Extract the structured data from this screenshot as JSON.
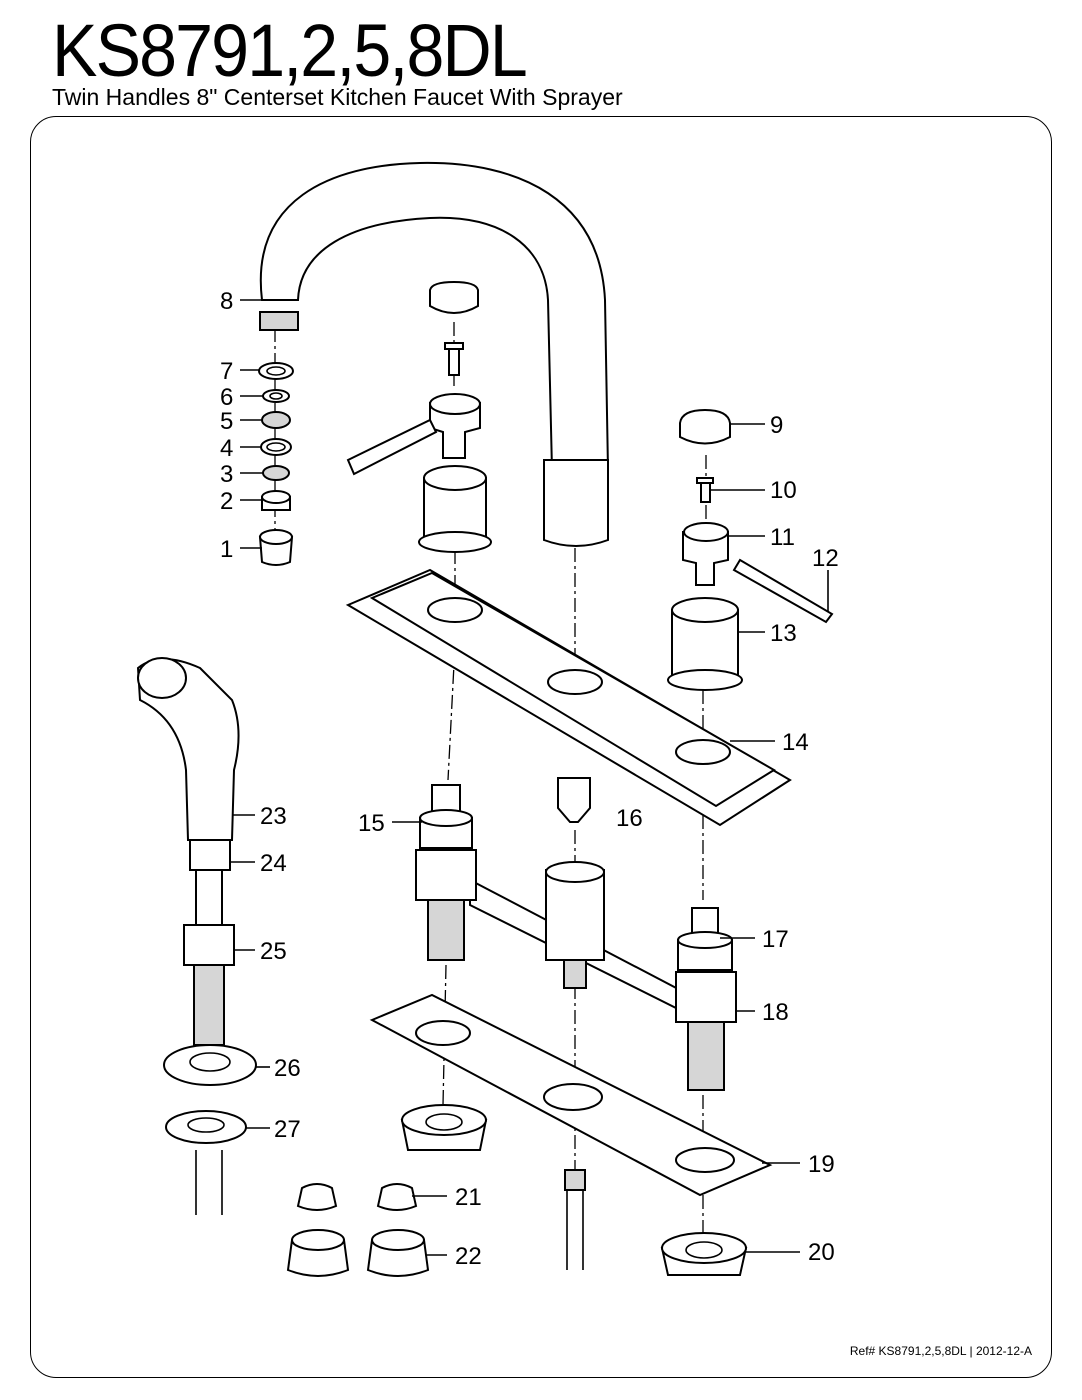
{
  "header": {
    "model": "KS8791,2,5,8DL",
    "subtitle": "Twin Handles 8\" Centerset Kitchen Faucet With Sprayer"
  },
  "footer": {
    "reference": "Ref# KS8791,2,5,8DL | 2012-12-A"
  },
  "callouts": [
    "1",
    "2",
    "3",
    "4",
    "5",
    "6",
    "7",
    "8",
    "9",
    "10",
    "11",
    "12",
    "13",
    "14",
    "15",
    "16",
    "17",
    "18",
    "19",
    "20",
    "21",
    "22",
    "23",
    "24",
    "25",
    "26",
    "27"
  ]
}
